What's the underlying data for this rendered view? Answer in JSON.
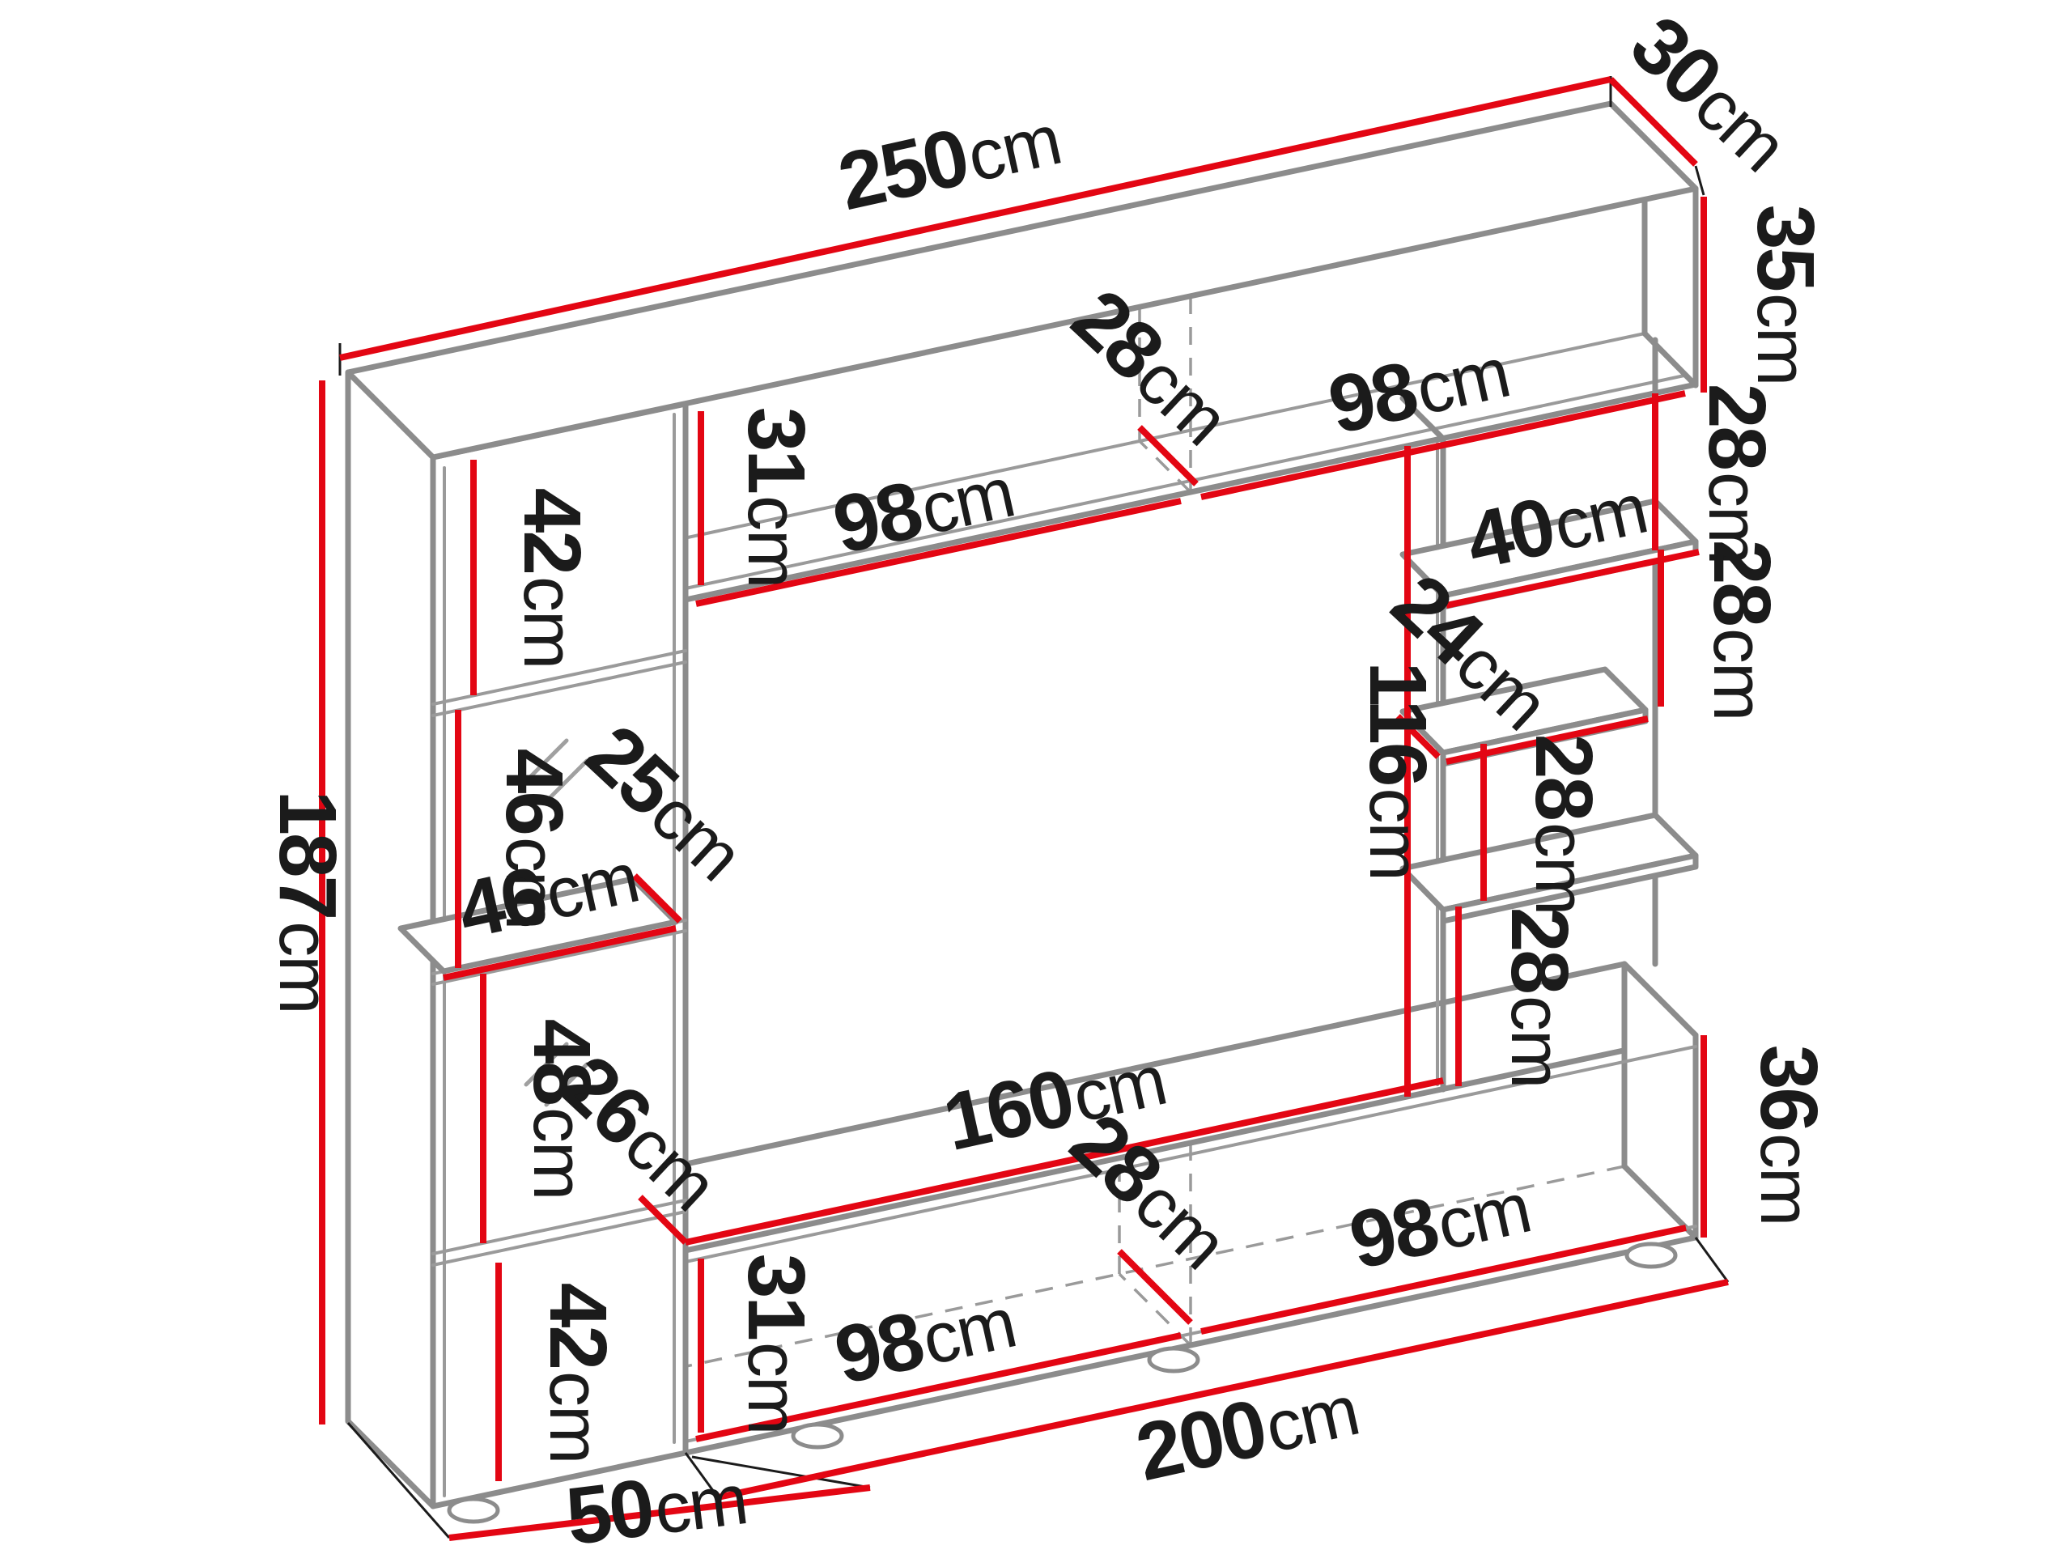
{
  "diagram": {
    "subject": "Wall unit / entertainment center technical dimension drawing",
    "unit": "cm"
  },
  "colors": {
    "dimension_line_red": "#e30613",
    "furniture_edge_gray": "#8c8c8c",
    "label_black": "#1b1b1b",
    "background": "#ffffff"
  },
  "dimensions": {
    "overall": {
      "width": {
        "value": "250",
        "unit": "cm"
      },
      "height": {
        "value": "187",
        "unit": "cm"
      },
      "side_depth": {
        "value": "50",
        "unit": "cm"
      }
    },
    "top_cabinet": {
      "depth": {
        "value": "30",
        "unit": "cm"
      },
      "height": {
        "value": "35",
        "unit": "cm"
      },
      "inner_height": {
        "value": "31",
        "unit": "cm"
      },
      "left_compartment_width": {
        "value": "98",
        "unit": "cm"
      },
      "inner_depth": {
        "value": "28",
        "unit": "cm"
      },
      "right_compartment_width": {
        "value": "98",
        "unit": "cm"
      }
    },
    "left_column": {
      "top_door_height": {
        "value": "42",
        "unit": "cm"
      },
      "glass_upper_height": {
        "value": "46",
        "unit": "cm"
      },
      "shelf_depth": {
        "value": "25",
        "unit": "cm"
      },
      "shelf_width": {
        "value": "46",
        "unit": "cm"
      },
      "glass_lower_height": {
        "value": "48",
        "unit": "cm"
      },
      "lower_inner_depth": {
        "value": "26",
        "unit": "cm"
      },
      "bottom_door_height": {
        "value": "42",
        "unit": "cm"
      }
    },
    "tv_opening": {
      "width": {
        "value": "160",
        "unit": "cm"
      },
      "height": {
        "value": "116",
        "unit": "cm"
      }
    },
    "right_shelves": {
      "gap_below_top_cabinet": {
        "value": "28",
        "unit": "cm"
      },
      "top_shelf_width": {
        "value": "40",
        "unit": "cm"
      },
      "gap_middle": {
        "value": "28",
        "unit": "cm"
      },
      "middle_shelf_width": {
        "value": "24",
        "unit": "cm"
      },
      "gap_lower": {
        "value": "28",
        "unit": "cm"
      },
      "gap_above_bench": {
        "value": "28",
        "unit": "cm"
      }
    },
    "bench": {
      "length": {
        "value": "200",
        "unit": "cm"
      },
      "height": {
        "value": "36",
        "unit": "cm"
      },
      "inner_height": {
        "value": "31",
        "unit": "cm"
      },
      "left_compartment_width": {
        "value": "98",
        "unit": "cm"
      },
      "inner_depth": {
        "value": "28",
        "unit": "cm"
      },
      "right_compartment_width": {
        "value": "98",
        "unit": "cm"
      }
    }
  }
}
